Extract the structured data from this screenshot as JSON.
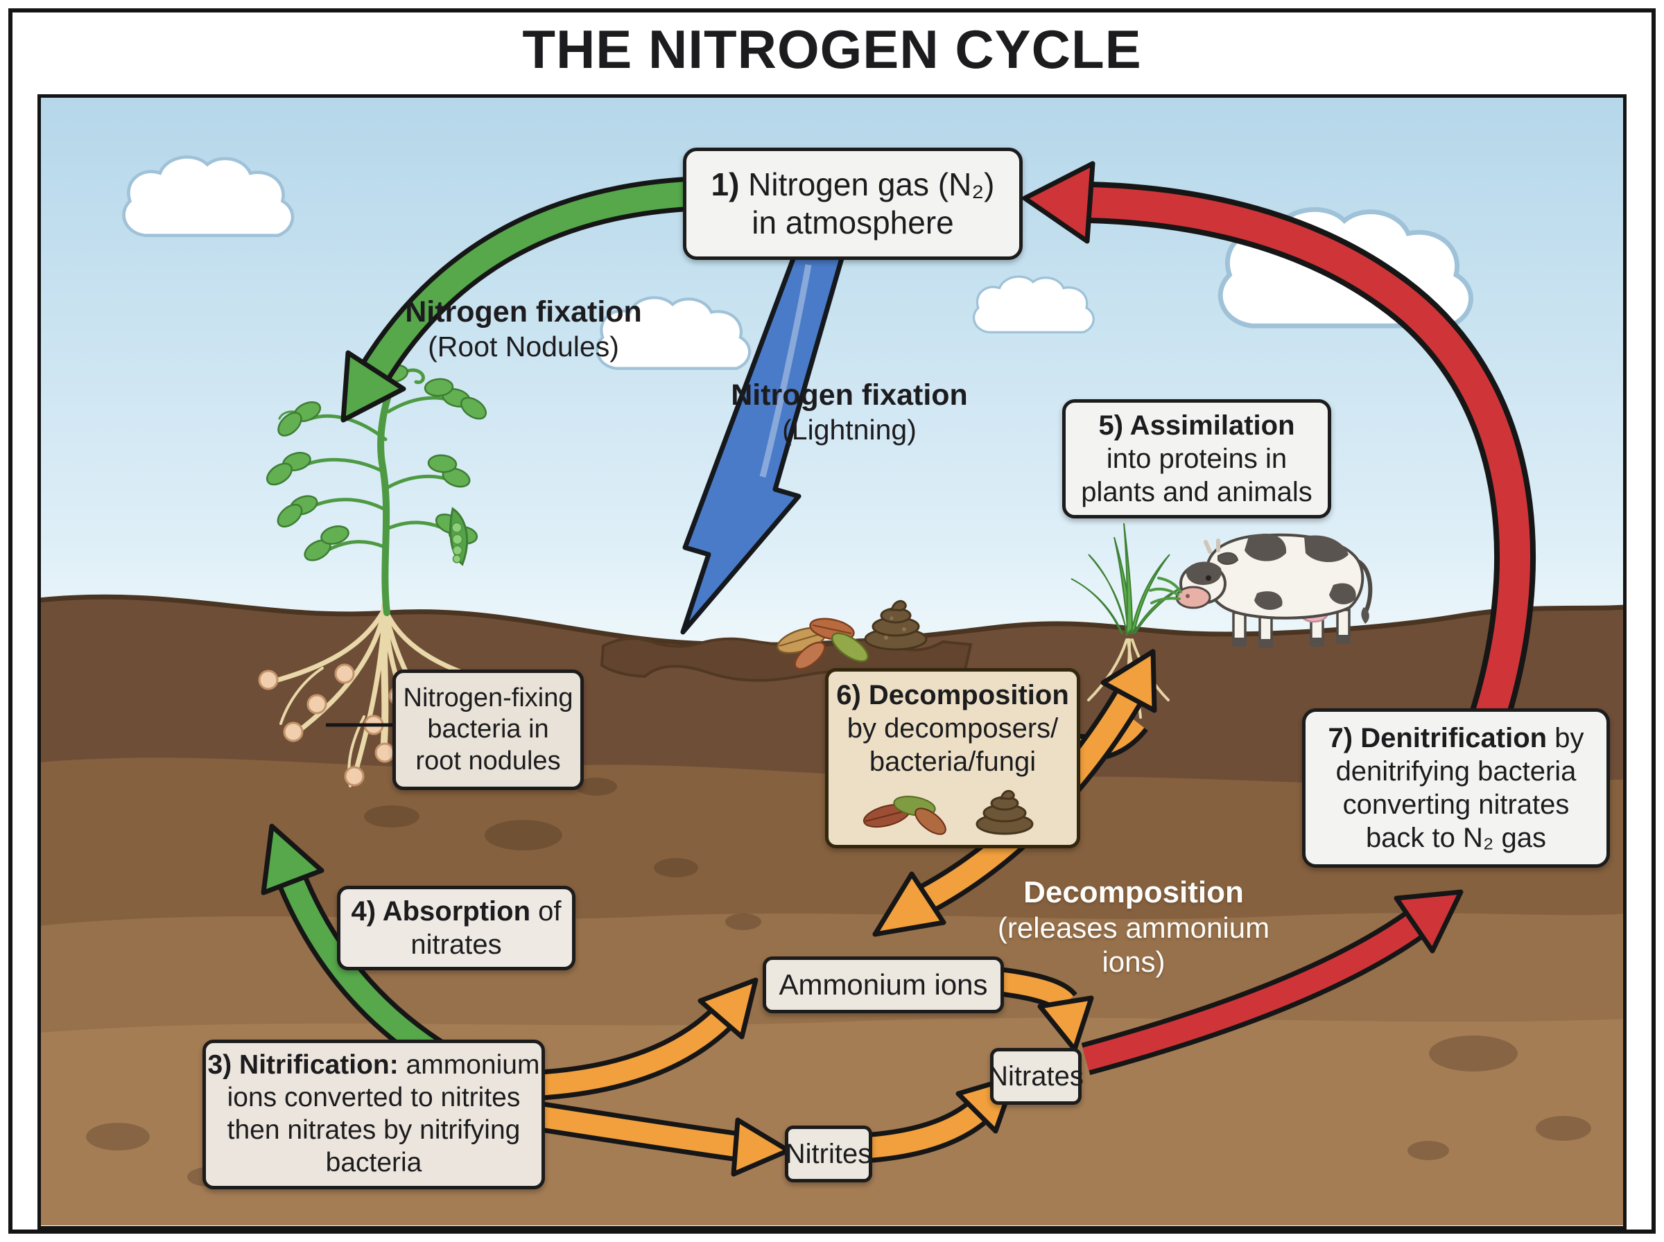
{
  "title": "THE NITROGEN CYCLE",
  "boxes": {
    "n2": {
      "bold": "1)",
      "rest": " Nitrogen gas (N₂)",
      "line2": "in atmosphere"
    },
    "assimilation": {
      "bold": "5) Assimilation",
      "line2": "into proteins in",
      "line3": "plants and animals"
    },
    "bacteria": {
      "line1": "Nitrogen-fixing",
      "line2": "bacteria in",
      "line3": "root nodules"
    },
    "decomposition": {
      "bold": "6) Decomposition",
      "line2": "by decomposers/",
      "line3": "bacteria/fungi"
    },
    "denitrification": {
      "bold": "7) Denitrification",
      "rest": " by",
      "line2": "denitrifying bacteria",
      "line3": "converting nitrates",
      "line4": "back to N₂ gas"
    },
    "absorption": {
      "bold": "4) Absorption",
      "rest": " of",
      "line2": "nitrates"
    },
    "nitrification": {
      "bold": "3) Nitrification:",
      "rest": " ammonium",
      "line2": "ions converted to nitrites",
      "line3": "then nitrates by nitrifying",
      "line4": "bacteria"
    },
    "ammonium": {
      "label": "Ammonium ions"
    },
    "nitrates": {
      "label": "Nitrates"
    },
    "nitrites": {
      "label": "Nitrites"
    }
  },
  "labels": {
    "fixation_root": {
      "bold": "Nitrogen fixation",
      "line2": "(Root Nodules)"
    },
    "fixation_lightning": {
      "bold": "Nitrogen fixation",
      "line2": "(Lightning)"
    },
    "decomposition_release": {
      "bold": "Decomposition",
      "line2": "(releases ammonium ions)"
    }
  },
  "icons": {
    "decomposition_box": [
      "leaf-litter",
      "dung"
    ]
  },
  "colors": {
    "sky_top": "#b5d7ea",
    "sky_bottom": "#f2fafc",
    "soil_top": "#6f4e37",
    "soil_mid": "#86613f",
    "soil_low": "#97714b",
    "soil_lowest": "#a57d55",
    "arrow_green": "#56a84b",
    "arrow_blue": "#4a7bc8",
    "arrow_orange": "#f2a03d",
    "arrow_red": "#cf3538",
    "box_bg": "#f3f4f2",
    "box_beige": "#ecdfc6",
    "box_border": "#1c1c1c"
  }
}
